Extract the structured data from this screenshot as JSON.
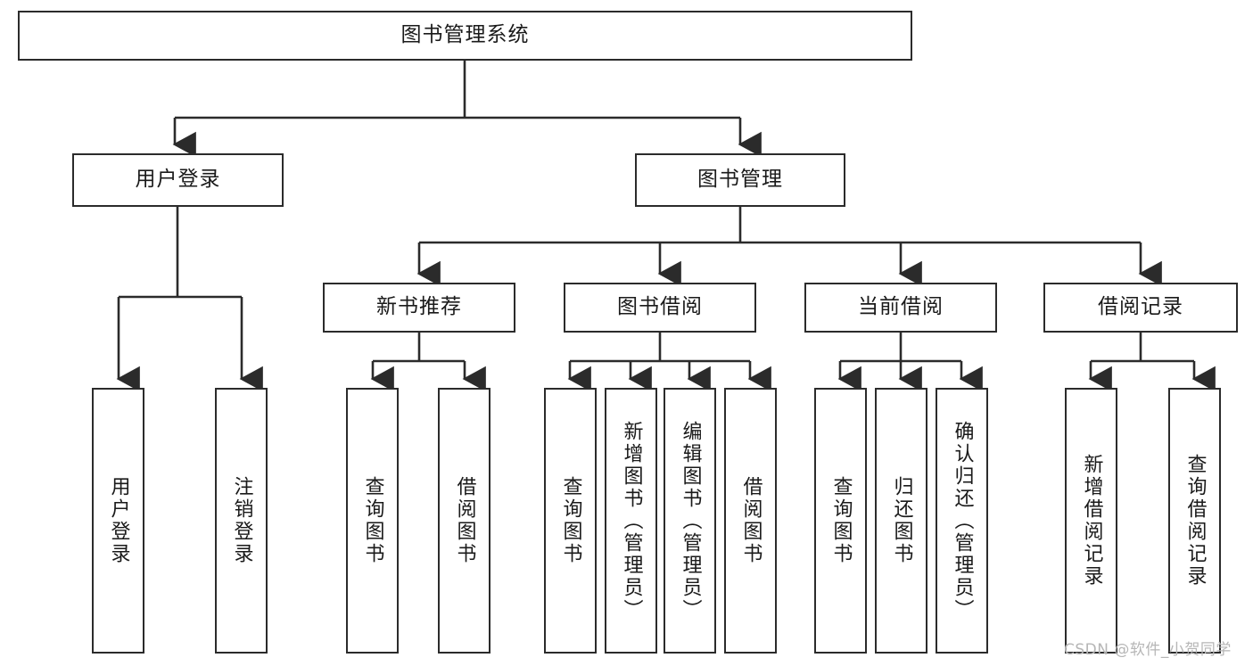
{
  "diagram": {
    "title": "图书管理系统",
    "type": "功能结构图",
    "watermark": "CSDN @软件_小贺同学",
    "line_color": "#2b2b2b",
    "box_fill": "#ffffff",
    "text_color": "#1a1a1a",
    "watermark_color": "#b6b6b6"
  },
  "nodes": {
    "root": {
      "label": "图书管理系统"
    },
    "level2": [
      {
        "id": "user-login",
        "label": "用户登录"
      },
      {
        "id": "book-manage",
        "label": "图书管理"
      }
    ],
    "level3": [
      {
        "id": "new-book-recommend",
        "label": "新书推荐"
      },
      {
        "id": "book-borrow",
        "label": "图书借阅"
      },
      {
        "id": "current-borrow",
        "label": "当前借阅"
      },
      {
        "id": "borrow-record",
        "label": "借阅记录"
      }
    ],
    "leaves": {
      "user_login": [
        {
          "id": "leaf-user-login",
          "label": "用户登录"
        },
        {
          "id": "leaf-logout-login",
          "label": "注销登录"
        }
      ],
      "new_book_recommend": [
        {
          "id": "leaf-query-book-1",
          "label": "查询图书"
        },
        {
          "id": "leaf-borrow-book-1",
          "label": "借阅图书"
        }
      ],
      "book_borrow": [
        {
          "id": "leaf-query-book-2",
          "label": "查询图书"
        },
        {
          "id": "leaf-add-book",
          "label": "新增图书（管理员）"
        },
        {
          "id": "leaf-edit-book",
          "label": "编辑图书（管理员）"
        },
        {
          "id": "leaf-borrow-book-2",
          "label": "借阅图书"
        }
      ],
      "current_borrow": [
        {
          "id": "leaf-query-book-3",
          "label": "查询图书"
        },
        {
          "id": "leaf-return-book",
          "label": "归还图书"
        },
        {
          "id": "leaf-confirm-return",
          "label": "确认归还（管理员）"
        }
      ],
      "borrow_record": [
        {
          "id": "leaf-add-record",
          "label": "新增借阅记录"
        },
        {
          "id": "leaf-query-record",
          "label": "查询借阅记录"
        }
      ]
    }
  }
}
